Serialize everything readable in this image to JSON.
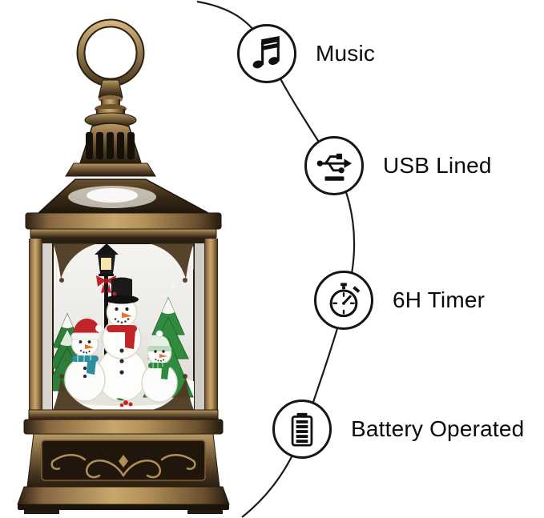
{
  "features": [
    {
      "label": "Music",
      "icon": "music-note-icon"
    },
    {
      "label": "USB Lined",
      "icon": "usb-icon"
    },
    {
      "label": "6H Timer",
      "icon": "timer-icon"
    },
    {
      "label": "Battery Operated",
      "icon": "battery-icon"
    }
  ],
  "colors": {
    "background": "#ffffff",
    "text": "#0a0a0a",
    "connector_line": "#1b1b1b",
    "icon_circle_border": "#161616",
    "lantern_bronze": "#7b5f3a",
    "tree_green": "#2e7d38",
    "scarf_red": "#c22527",
    "scarf_teal": "#2c8fa0",
    "scarf_green": "#2e8b3d",
    "hat_black": "#1a1a1a",
    "santa_hat_red": "#c0252a"
  }
}
